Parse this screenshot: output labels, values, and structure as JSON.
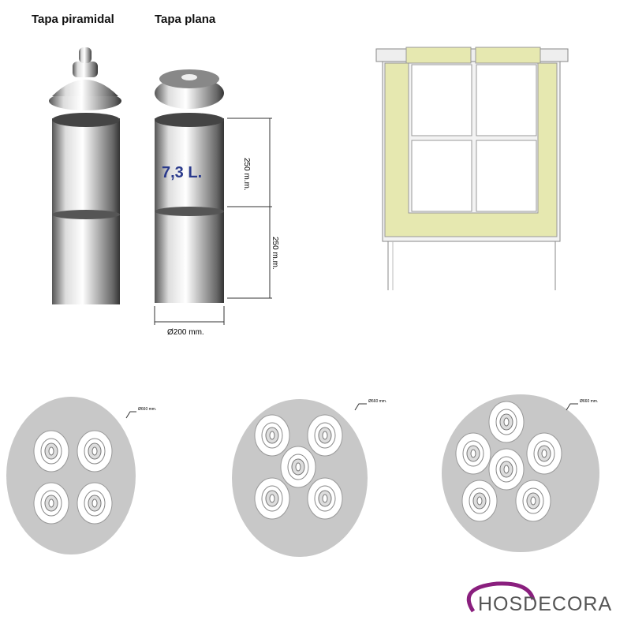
{
  "labels": {
    "lid_pyramidal": "Tapa piramidal",
    "lid_flat": "Tapa plana",
    "volume": "7,3 L.",
    "height_upper": "250 m.m.",
    "height_lower": "250 m.m.",
    "diameter": "Ø200 mm.",
    "plate_diameter": "Ø660 mm."
  },
  "layouts": [
    {
      "containers": 4
    },
    {
      "containers": 5
    },
    {
      "containers": 6
    }
  ],
  "logo": {
    "text": "HOSDECORA"
  },
  "colors": {
    "volume": "#2a3a8c",
    "insulation": "#e6e8b0",
    "plate": "#c8c8c8",
    "logo_purple": "#8a1f7e",
    "logo_gray": "#555555"
  }
}
